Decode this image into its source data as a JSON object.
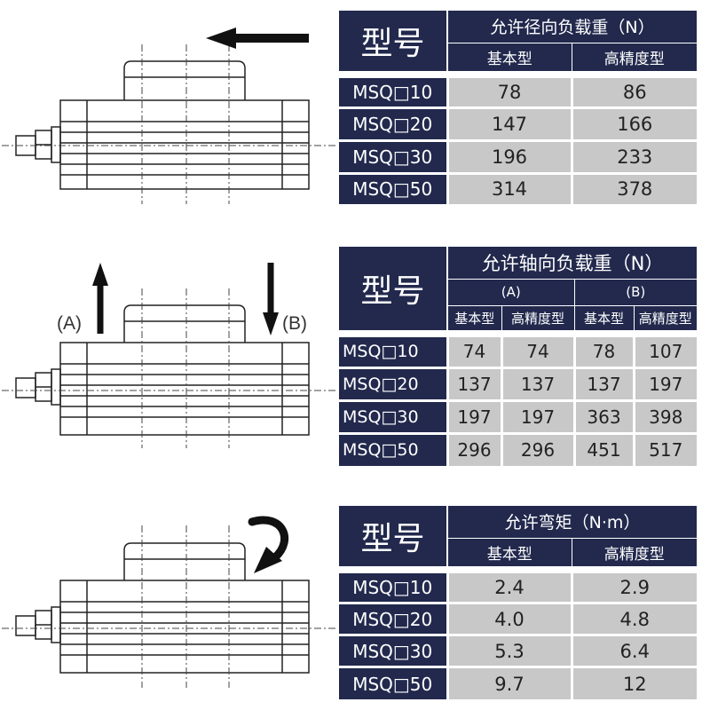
{
  "radial_load": {
    "header_model": "型号",
    "title": "允许径向负载重（N）",
    "columns": [
      "基本型",
      "高精度型"
    ],
    "rows": [
      {
        "model": "MSQ□10",
        "values": [
          "78",
          "86"
        ]
      },
      {
        "model": "MSQ□20",
        "values": [
          "147",
          "166"
        ]
      },
      {
        "model": "MSQ□30",
        "values": [
          "196",
          "233"
        ]
      },
      {
        "model": "MSQ□50",
        "values": [
          "314",
          "378"
        ]
      }
    ]
  },
  "axial_load": {
    "header_model": "型号",
    "title": "允许轴向负载重（N）",
    "groups": [
      "(A)",
      "(B)"
    ],
    "columns": [
      "基本型",
      "高精度型",
      "基本型",
      "高精度型"
    ],
    "diagram_labels": {
      "a": "(A)",
      "b": "(B)"
    },
    "rows": [
      {
        "model": "MSQ□10",
        "values": [
          "74",
          "74",
          "78",
          "107"
        ]
      },
      {
        "model": "MSQ□20",
        "values": [
          "137",
          "137",
          "137",
          "197"
        ]
      },
      {
        "model": "MSQ□30",
        "values": [
          "197",
          "197",
          "363",
          "398"
        ]
      },
      {
        "model": "MSQ□50",
        "values": [
          "296",
          "296",
          "451",
          "517"
        ]
      }
    ]
  },
  "moment": {
    "header_model": "型号",
    "title": "允许弯矩（N·m）",
    "columns": [
      "基本型",
      "高精度型"
    ],
    "rows": [
      {
        "model": "MSQ□10",
        "values": [
          "2.4",
          "2.9"
        ]
      },
      {
        "model": "MSQ□20",
        "values": [
          "4.0",
          "4.8"
        ]
      },
      {
        "model": "MSQ□30",
        "values": [
          "5.3",
          "6.4"
        ]
      },
      {
        "model": "MSQ□50",
        "values": [
          "9.7",
          "12"
        ]
      }
    ]
  }
}
